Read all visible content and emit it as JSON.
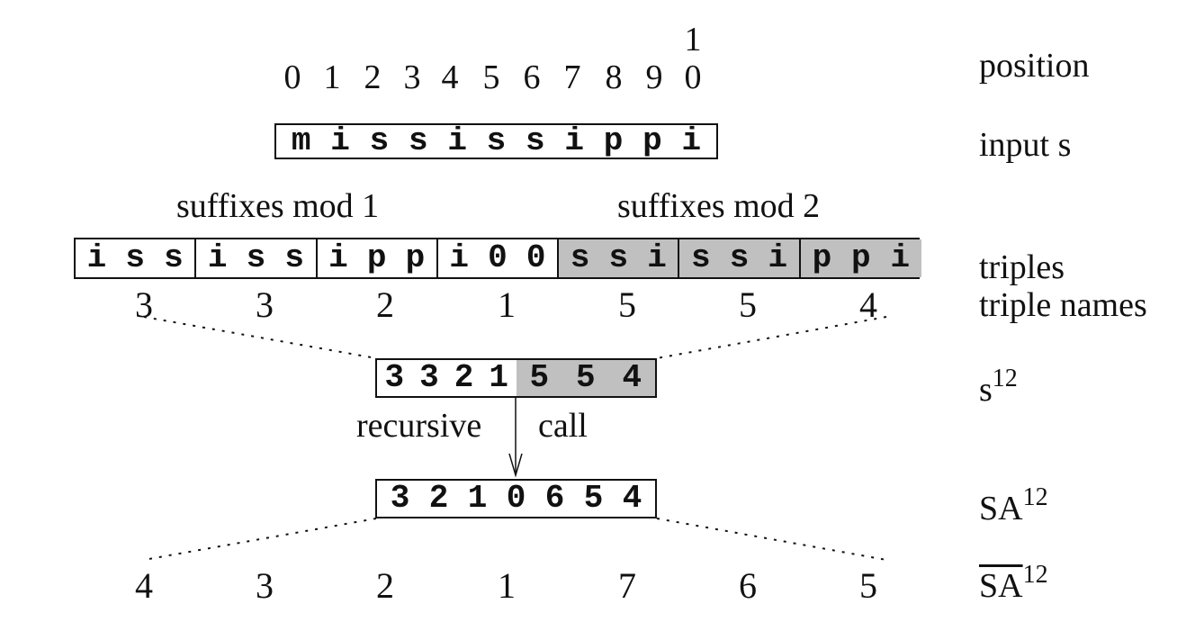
{
  "positions": [
    "0",
    "1",
    "2",
    "3",
    "4",
    "5",
    "6",
    "7",
    "8",
    "9",
    "0"
  ],
  "position_top_digit": "1",
  "input_chars": [
    "m",
    "i",
    "s",
    "s",
    "i",
    "s",
    "s",
    "i",
    "p",
    "p",
    "i"
  ],
  "captions": {
    "suffixes_mod1": "suffixes mod 1",
    "suffixes_mod2": "suffixes mod 2",
    "recursive": "recursive",
    "call": "call"
  },
  "triples": [
    {
      "chars": [
        "i",
        "s",
        "s"
      ],
      "shaded": false
    },
    {
      "chars": [
        "i",
        "s",
        "s"
      ],
      "shaded": false
    },
    {
      "chars": [
        "i",
        "p",
        "p"
      ],
      "shaded": false
    },
    {
      "chars": [
        "i",
        "0",
        "0"
      ],
      "shaded": false
    },
    {
      "chars": [
        "s",
        "s",
        "i"
      ],
      "shaded": true
    },
    {
      "chars": [
        "s",
        "s",
        "i"
      ],
      "shaded": true
    },
    {
      "chars": [
        "p",
        "p",
        "i"
      ],
      "shaded": true
    }
  ],
  "triple_names": [
    "3",
    "3",
    "2",
    "1",
    "5",
    "5",
    "4"
  ],
  "s12_plain": [
    "3",
    "3",
    "2",
    "1"
  ],
  "s12_shaded": [
    "5",
    "5",
    "4"
  ],
  "sa12": [
    "3",
    "2",
    "1",
    "0",
    "6",
    "5",
    "4"
  ],
  "sa12_bar": [
    "4",
    "3",
    "2",
    "1",
    "7",
    "6",
    "5"
  ],
  "labels": {
    "position": "position",
    "input": "input s",
    "triples": "triples",
    "triple_names": "triple names",
    "s12_base": "s",
    "s12_sup": "12",
    "sa12_base": "SA",
    "sa12_sup": "12",
    "sabar_base": "SA",
    "sabar_sup": "12"
  },
  "colors": {
    "shade": "#c0c0c0",
    "ink": "#111111"
  }
}
